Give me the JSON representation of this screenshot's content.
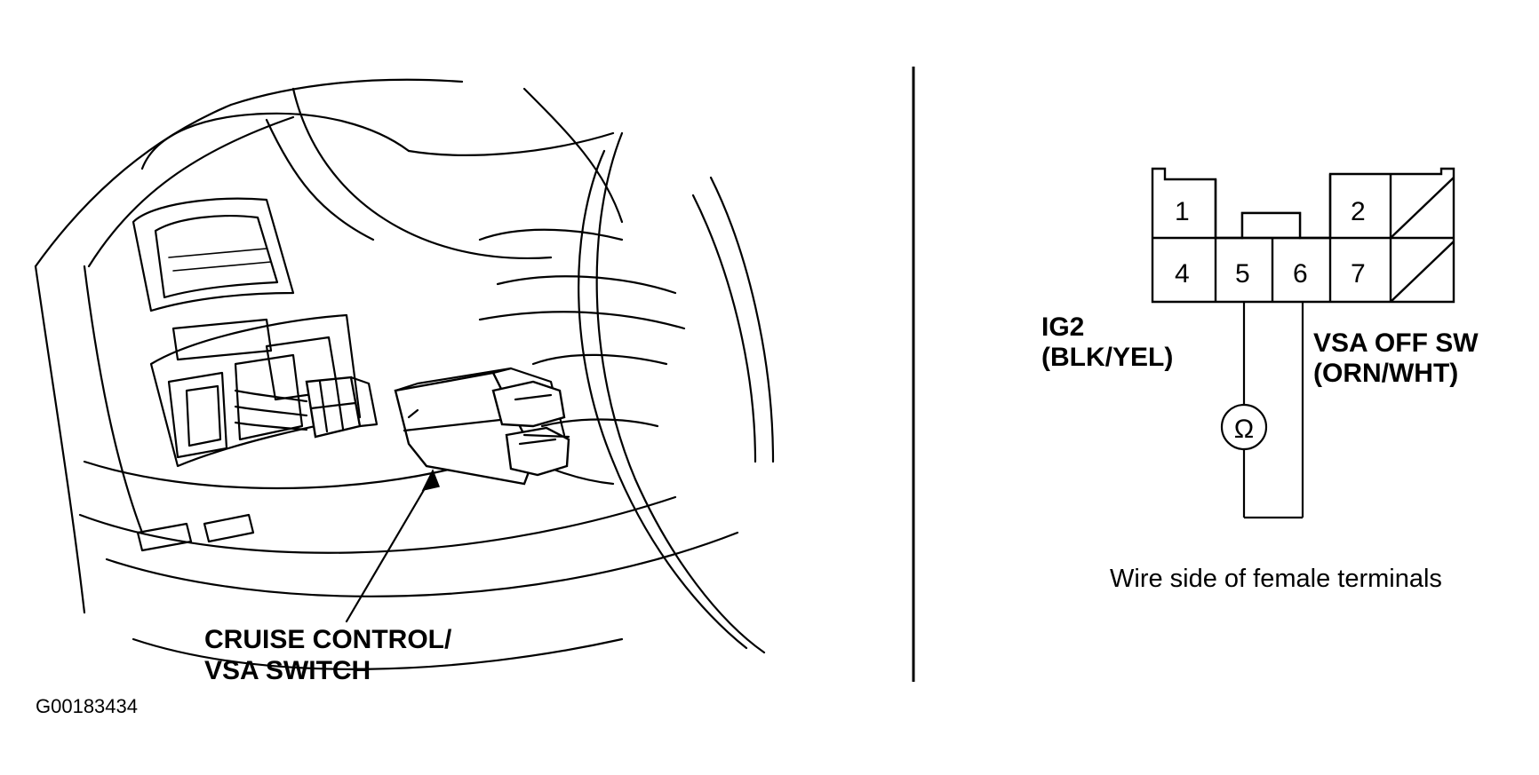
{
  "diagram": {
    "code": "G00183434",
    "switch_label": [
      "CRUISE CONTROL/",
      "VSA SWITCH"
    ],
    "connector": {
      "pins_top": [
        "1",
        "2"
      ],
      "pins_bottom": [
        "4",
        "5",
        "6",
        "7"
      ]
    },
    "probe_left": {
      "name": "IG2",
      "wire": "(BLK/YEL)"
    },
    "probe_right": {
      "name": "VSA OFF SW",
      "wire": "(ORN/WHT)"
    },
    "meter_symbol": "Ω",
    "connector_caption": "Wire side of female terminals"
  }
}
